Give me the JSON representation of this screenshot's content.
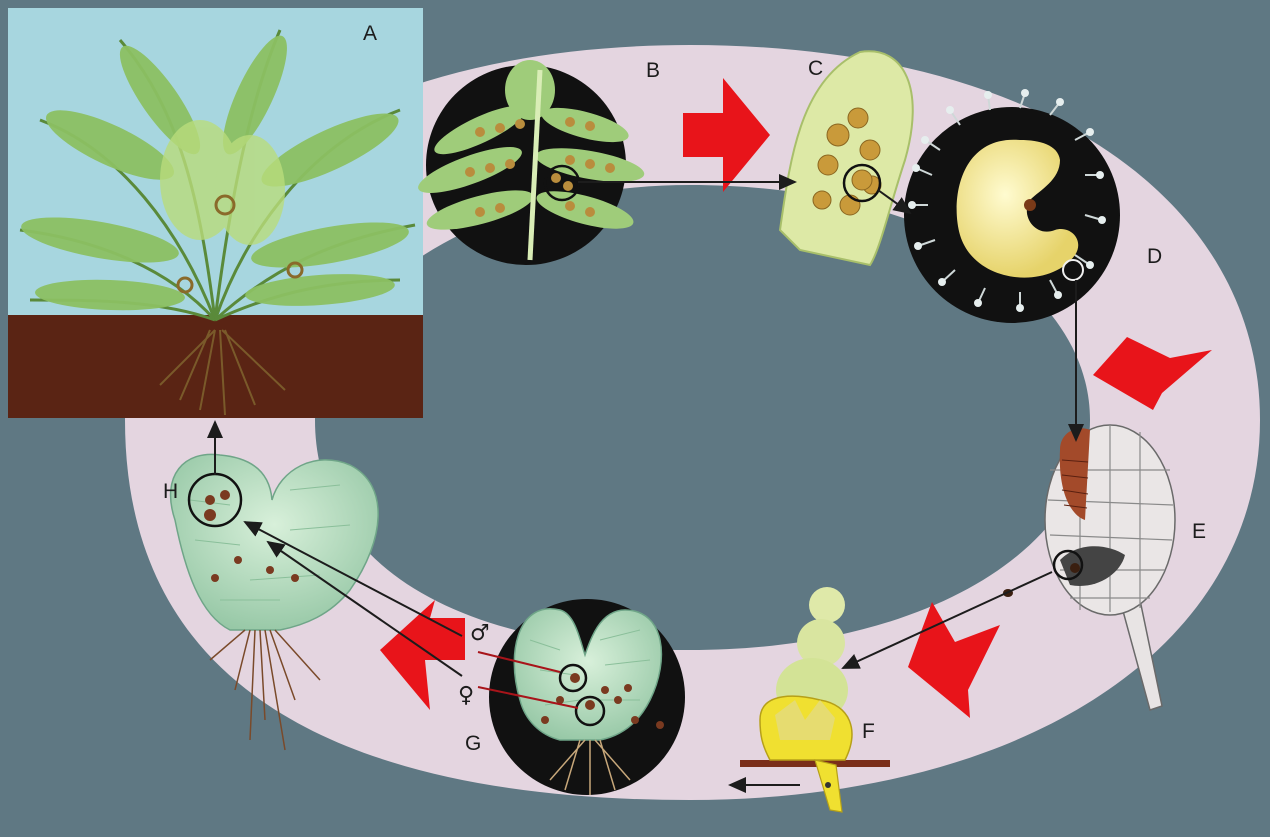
{
  "diagram": {
    "stages": {
      "A": "A",
      "B": "B",
      "C": "C",
      "D": "D",
      "E": "E",
      "F": "F",
      "G": "G",
      "H": "H"
    },
    "symbols": {
      "male": "♂",
      "female": "♀"
    },
    "colors": {
      "background": "#5f7883",
      "ring": "#e4d5e0",
      "arrow": "#e8141a",
      "sky": "#a7d6df",
      "soil": "#5a2414"
    }
  }
}
